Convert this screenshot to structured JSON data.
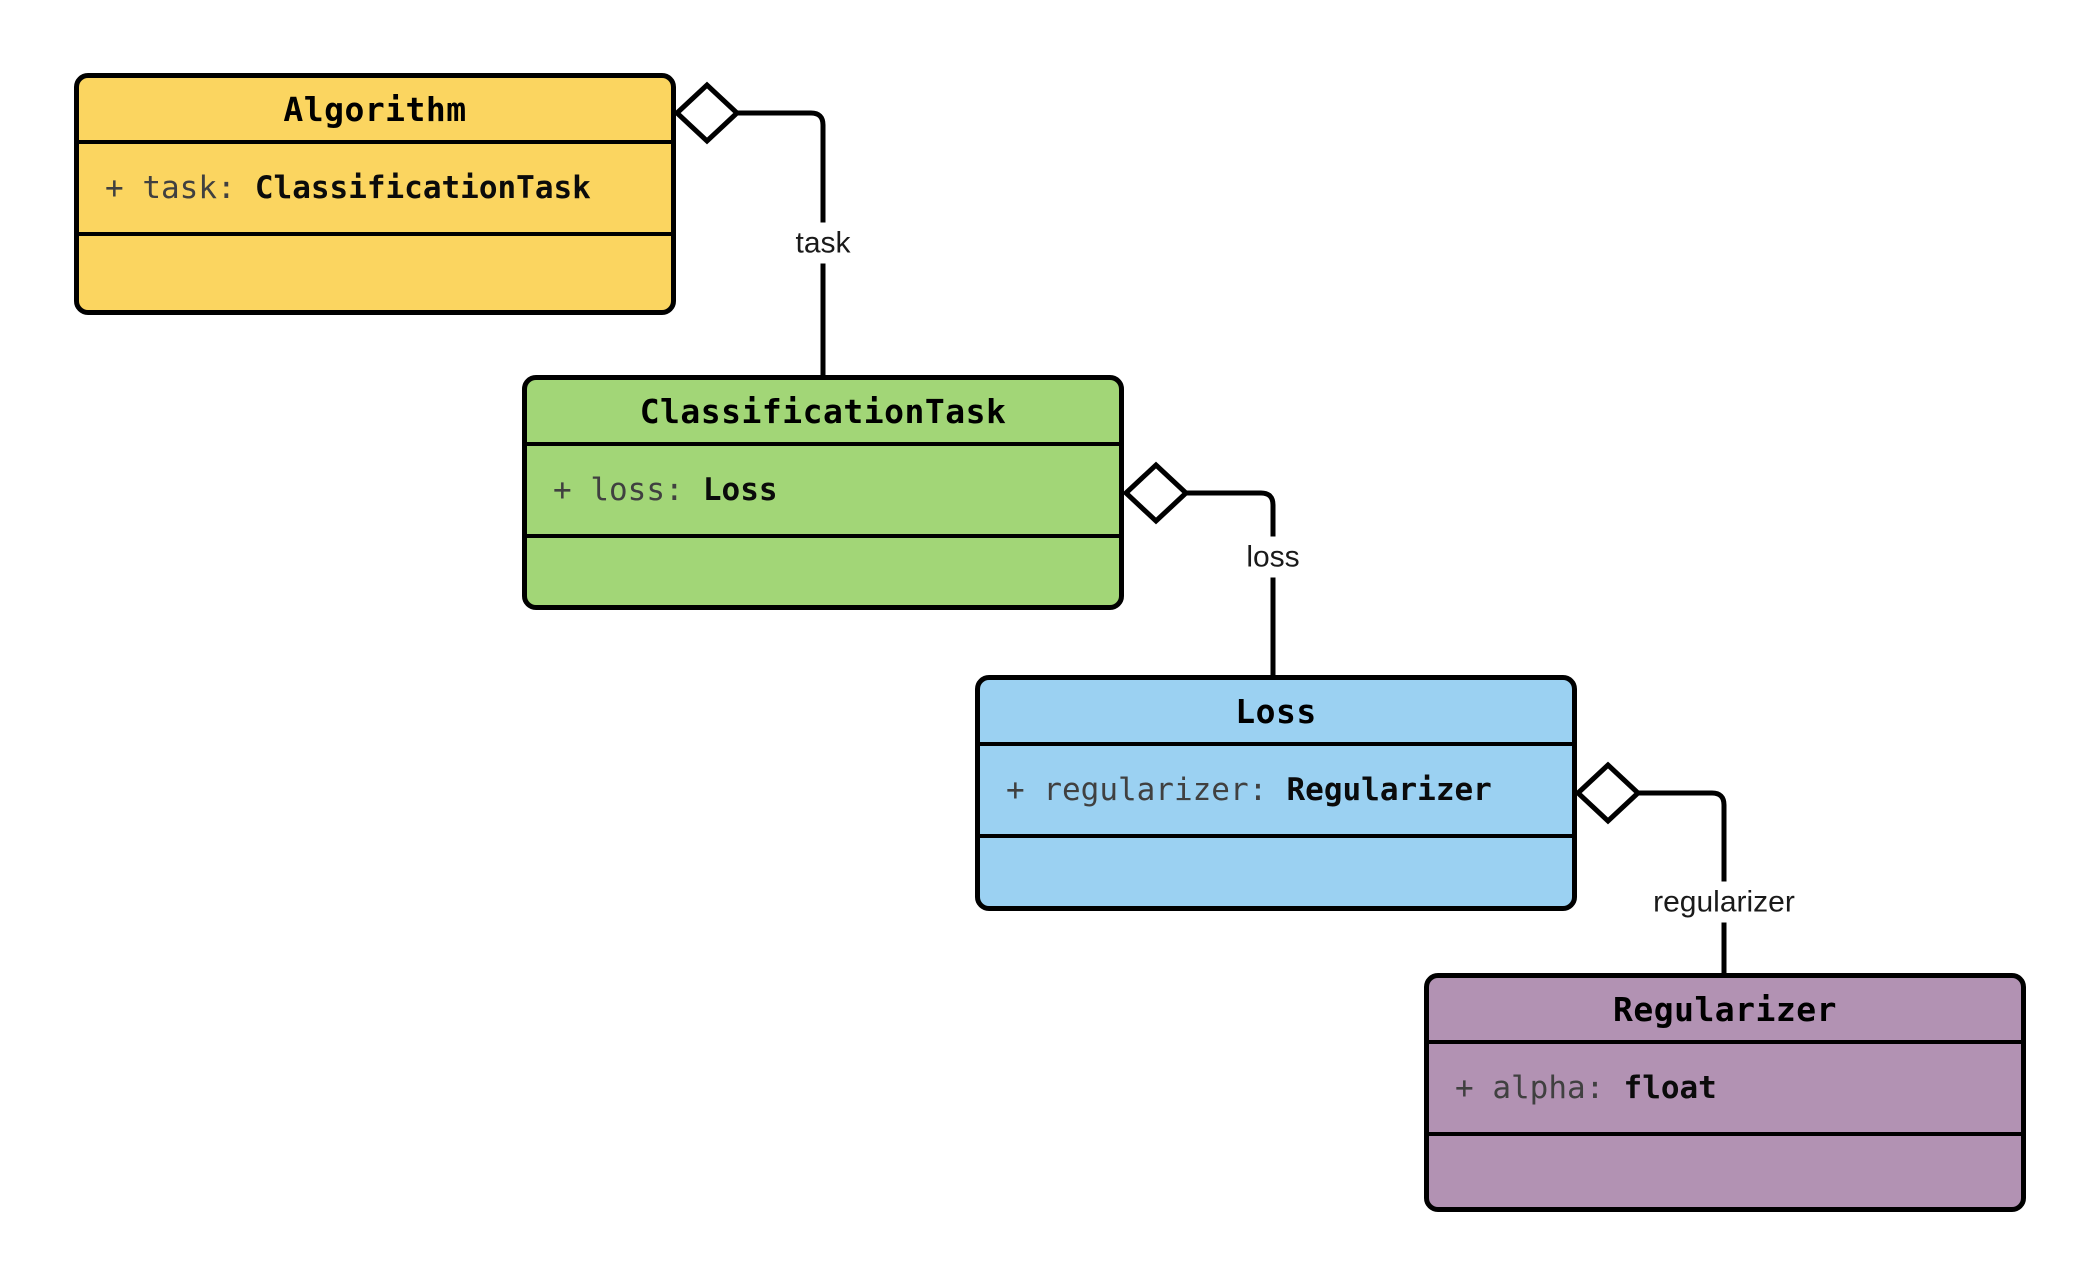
{
  "diagram": {
    "kind": "uml-class-diagram",
    "background_color": "#ffffff",
    "border_color": "#000000",
    "classes": [
      {
        "name": "Algorithm",
        "fill": "#FBD560",
        "attribute": {
          "name_label": "+ task:",
          "type_label": "ClassificationTask"
        }
      },
      {
        "name": "ClassificationTask",
        "fill": "#A2D677",
        "attribute": {
          "name_label": "+ loss:",
          "type_label": "Loss"
        }
      },
      {
        "name": "Loss",
        "fill": "#9BD1F2",
        "attribute": {
          "name_label": "+ regularizer:",
          "type_label": "Regularizer"
        }
      },
      {
        "name": "Regularizer",
        "fill": "#B292B3",
        "attribute": {
          "name_label": "+ alpha:",
          "type_label": "float"
        }
      }
    ],
    "relationships": [
      {
        "from": "Algorithm",
        "to": "ClassificationTask",
        "type": "aggregation",
        "label": "task"
      },
      {
        "from": "ClassificationTask",
        "to": "Loss",
        "type": "aggregation",
        "label": "loss"
      },
      {
        "from": "Loss",
        "to": "Regularizer",
        "type": "aggregation",
        "label": "regularizer"
      }
    ]
  }
}
